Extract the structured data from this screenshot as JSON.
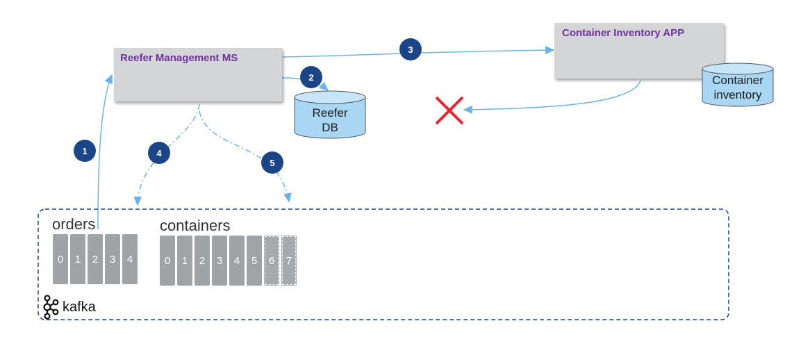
{
  "reefer_ms": {
    "title": "Reefer Management MS"
  },
  "container_app": {
    "title": "Container Inventory APP"
  },
  "reefer_db": {
    "line1": "Reefer",
    "line2": "DB"
  },
  "container_db": {
    "line1": "Container",
    "line2": "inventory"
  },
  "steps": [
    "1",
    "2",
    "3",
    "4",
    "5"
  ],
  "kafka": {
    "label": "kafka",
    "topics": [
      {
        "name": "orders",
        "partitions": [
          "0",
          "1",
          "2",
          "3",
          "4"
        ]
      },
      {
        "name": "containers",
        "partitions": [
          "0",
          "1",
          "2",
          "3",
          "4",
          "5",
          "6",
          "7"
        ]
      }
    ]
  },
  "colors": {
    "arrow": "#6cb4e8",
    "badge": "#1c4587",
    "box": "#d3d5d7",
    "cross": "#e8242c",
    "title": "#7030a0"
  },
  "icons": {
    "failure": "red-x-icon",
    "kafka_logo": "kafka-logo-icon"
  }
}
